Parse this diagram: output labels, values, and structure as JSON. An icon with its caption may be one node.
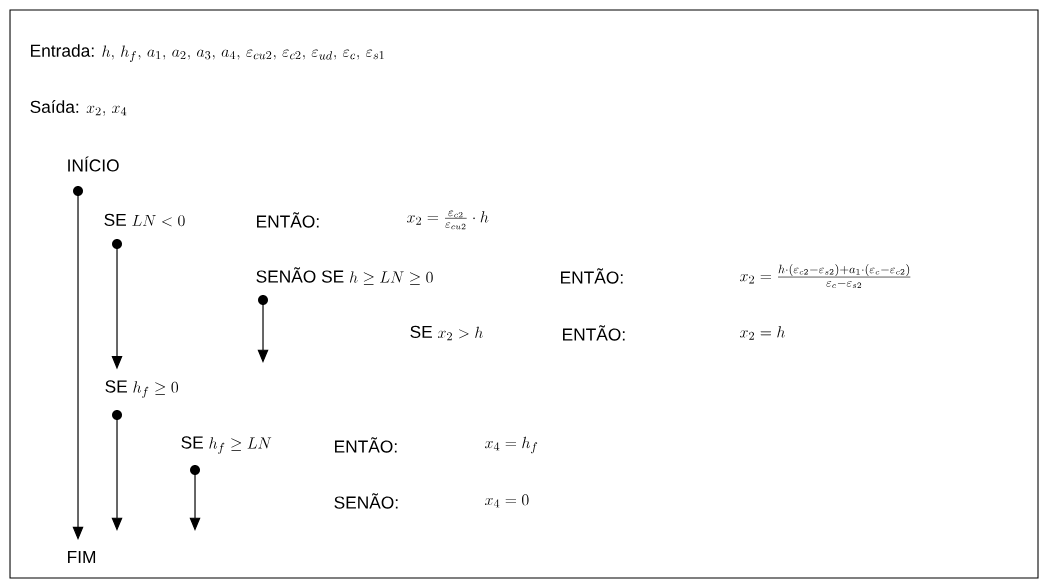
{
  "diagram": {
    "nodes": [
      {
        "text": [
          "INÍCIO"
        ]
      },
      {
        "text": [],
        "shape": "circle"
      },
      {
        "text": [
          "\\text{SE } LN < 0"
        ]
      },
      {
        "text": [],
        "shape": "circle"
      },
      {
        "text": [
          "\\text{SENÃO SE } h \\geq LN \\geq 0"
        ]
      },
      {
        "text": [],
        "shape": "circle"
      },
      {
        "text": [
          "\\text{SE } x_2 > h"
        ]
      },
      {
        "text": [
          "\\text{SE } h_f \\geq 0"
        ]
      },
      {
        "text": [],
        "shape": "circle"
      },
      {
        "text": [
          "\\text{SE } h_f \\geq LN"
        ]
      },
      {
        "text": [],
        "shape": "circle"
      },
      {
        "text": [
          "FIM"
        ]
      }
    ],
    "edges": [
      {
        "from": 1,
        "to": 11,
        "arrow": "to"
      },
      {
        "from": 3,
        "to": 7,
        "arrow": "to"
      },
      {
        "from": 5,
        "to": null,
        "arrow": "to"
      },
      {
        "from": 8,
        "to": null,
        "arrow": "to"
      },
      {
        "from": 10,
        "to": null,
        "arrow": "to"
      }
    ],
    "labels": [
      "\\text{Entrada: } h,\\, h_f,\\, a_1,\\, a_2,\\, a_3,\\, a_4,\\, \\varepsilon_{cu2},\\, \\varepsilon_{c2},\\, \\varepsilon_{ud},\\, \\varepsilon_{c},\\, \\varepsilon_{s1}",
      "\\text{Saída: } x_2,\\, x_4",
      "ENTÃO:",
      "x_2 = \\frac{\\varepsilon_{c2}}{\\varepsilon_{cu2}} \\cdot h",
      "ENTÃO:",
      "x_2 = \\frac{h\\cdot(\\varepsilon_{c2}-\\varepsilon_{s2})+a_1\\cdot(\\varepsilon_c-\\varepsilon_{c2})}{\\varepsilon_c-\\varepsilon_{s2}}",
      "ENTÃO:",
      "x_2 = h",
      "ENTÃO:",
      "x_4 = h_f",
      "SENÃO:",
      "x_4 = 0"
    ]
  }
}
